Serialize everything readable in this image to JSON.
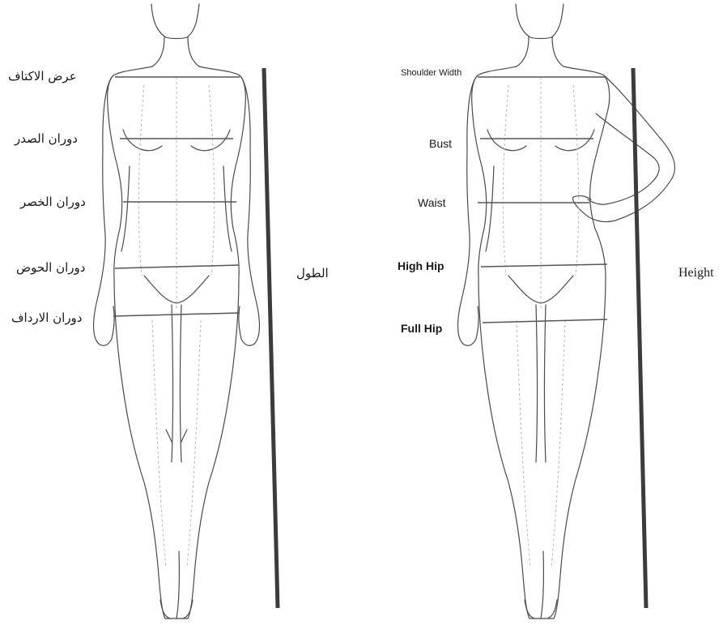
{
  "arabic_chart": {
    "labels": {
      "shoulder_width": "عرض الاكتاف",
      "bust": "دوران الصدر",
      "waist": "دوران الخصر",
      "high_hip": "دوران الحوض",
      "full_hip": "دوران الارداف",
      "height": "الطول"
    }
  },
  "english_chart": {
    "labels": {
      "shoulder_width": "Shoulder Width",
      "bust": "Bust",
      "waist": "Waist",
      "high_hip": "High Hip",
      "full_hip": "Full Hip",
      "height": "Height"
    }
  },
  "colors": {
    "outline": "#4a4a4a",
    "guide": "#b5b5b5",
    "measure_line": "#555555",
    "height_bar": "#3c3c3c",
    "text": "#1a1a1a"
  }
}
